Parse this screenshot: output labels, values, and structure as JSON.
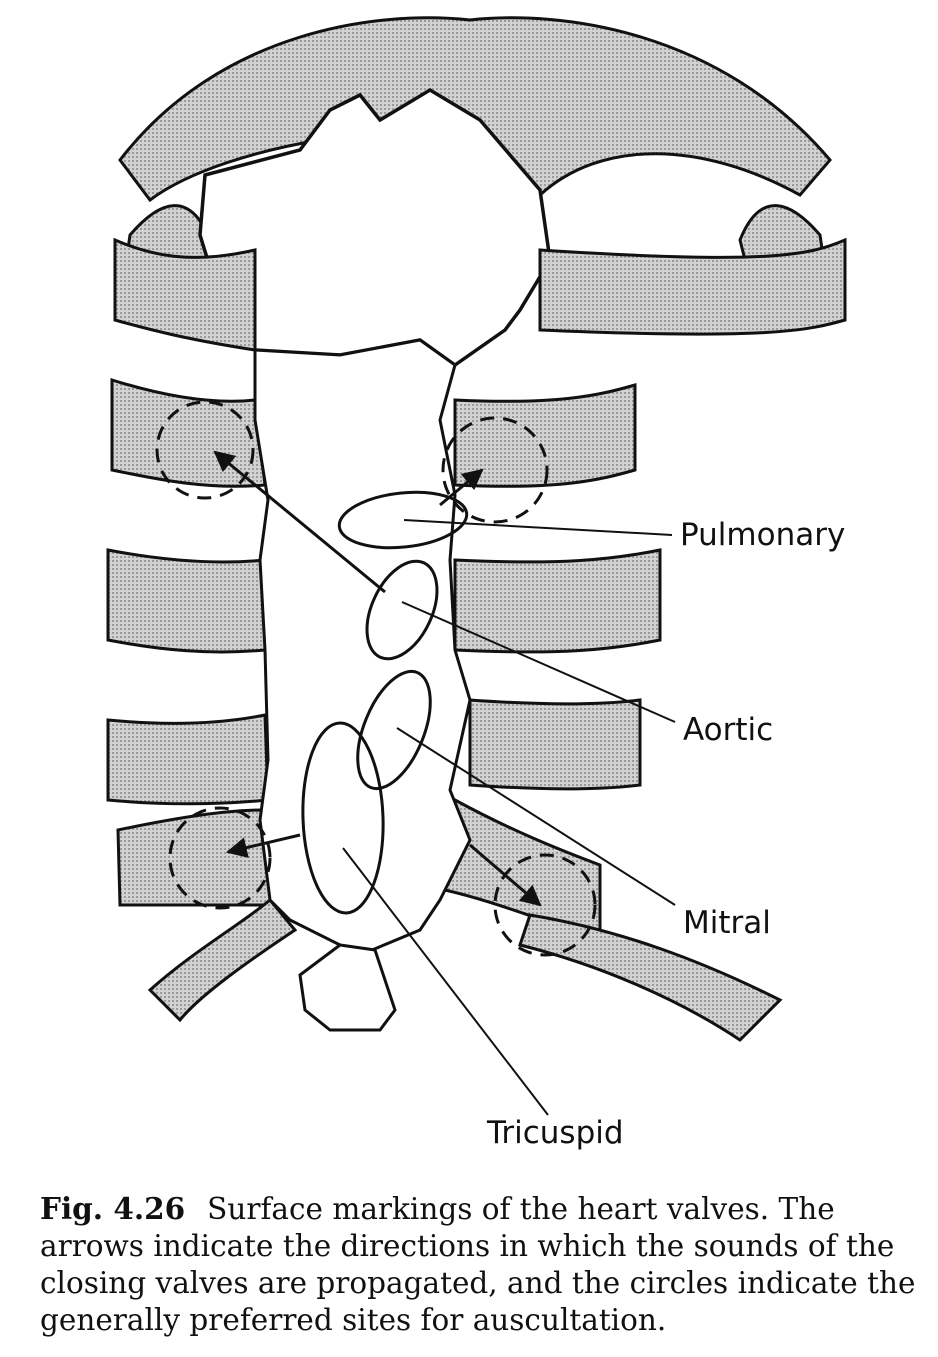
{
  "diagram": {
    "labels": {
      "pulmonary": "Pulmonary",
      "aortic": "Aortic",
      "mitral": "Mitral",
      "tricuspid": "Tricuspid"
    }
  },
  "caption": {
    "number": "Fig. 4.26",
    "text": "Surface markings of the heart valves. The arrows indicate the directions in which the sounds of the closing valves are propagated, and the circles indicate the generally preferred sites for auscultation."
  },
  "colors": {
    "stipple": "#bdbdbd",
    "ink": "#111111"
  }
}
